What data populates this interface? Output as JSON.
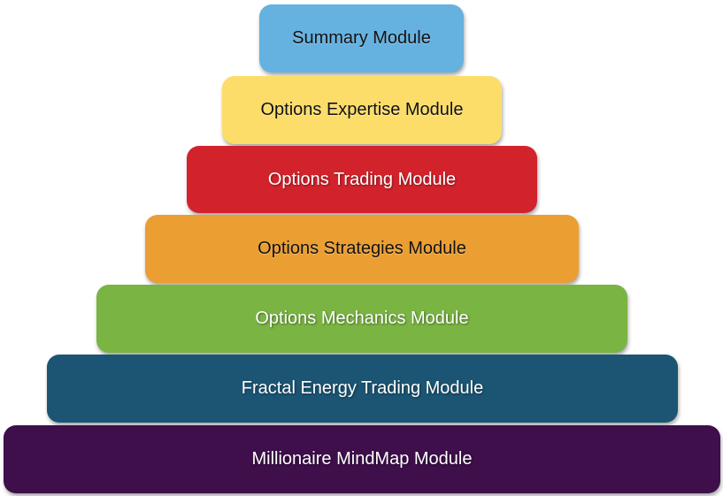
{
  "pyramid": {
    "tiers": [
      {
        "label": "Summary Module",
        "color": "#65b1e0",
        "text_color": "#111111"
      },
      {
        "label": "Options Expertise Module",
        "color": "#fddd6a",
        "text_color": "#111111"
      },
      {
        "label": "Options Trading Module",
        "color": "#d2232c",
        "text_color": "#ffffff"
      },
      {
        "label": "Options Strategies Module",
        "color": "#eb9e31",
        "text_color": "#111111"
      },
      {
        "label": "Options Mechanics Module",
        "color": "#7ab443",
        "text_color": "#ffffff"
      },
      {
        "label": "Fractal Energy Trading Module",
        "color": "#1b5573",
        "text_color": "#ffffff"
      },
      {
        "label": "Millionaire MindMap Module",
        "color": "#3e0f4b",
        "text_color": "#ffffff"
      }
    ]
  }
}
